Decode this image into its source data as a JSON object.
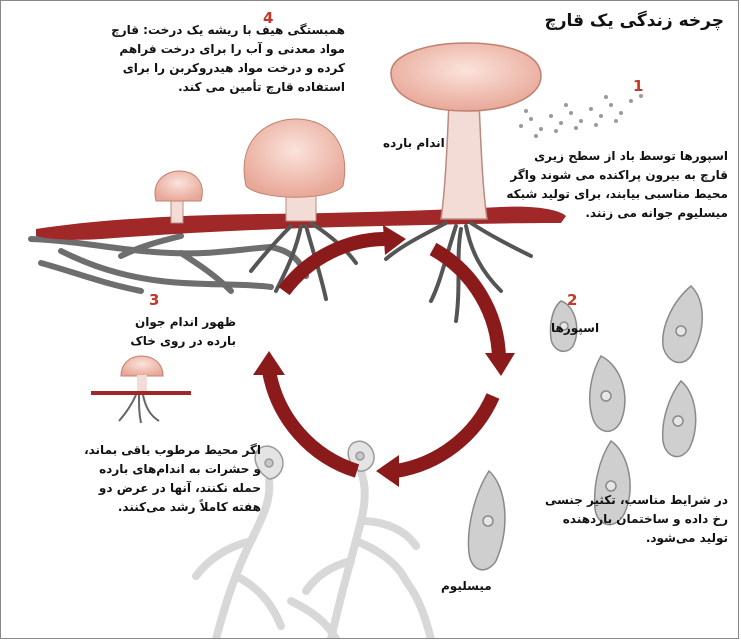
{
  "title": "چرخه زندگی یک قارچ",
  "steps": [
    {
      "number": "1",
      "text": "اسپورها توسط باد از سطح زیری\nقارچ به بیرون پراکنده می شوند واگر\nمحیط مناسبی بیابند، برای تولید شبکه\nمیسلیوم جوانه می زنند."
    },
    {
      "number": "2",
      "text": "در شرایط مناسب، تکثیر جنسی\nرخ داده و ساختمان باردهنده\nتولید می‌شود."
    },
    {
      "number": "3",
      "text": "ظهور اندام جوان\nبارده در روی خاک"
    },
    {
      "number": "4",
      "text": "همبستگی هیف با ریشه یک درخت: قارچ\nمواد معدنی و آب را برای درخت فراهم\nکرده و درخت مواد هیدروکربن را برای\nاستفاده قارچ تأمین می کند."
    }
  ],
  "extra_note": "اگر محیط مرطوب باقی بماند،\nو حشرات به اندام‌های بارده\nحمله نکنند، آنها در عرض دو\nهفته کاملاً رشد می‌کنند.",
  "labels": {
    "fruiting_body": "اندام بارده",
    "spores": "اسپورها",
    "mycelium": "میسلیوم"
  },
  "colors": {
    "cycle_arrow": "#8b1a1a",
    "cap": "#f2c9bd",
    "stem": "#f4dcd6",
    "soil": "#a02828",
    "roots": "#6b6b6b",
    "step_number": "#c0392b"
  }
}
